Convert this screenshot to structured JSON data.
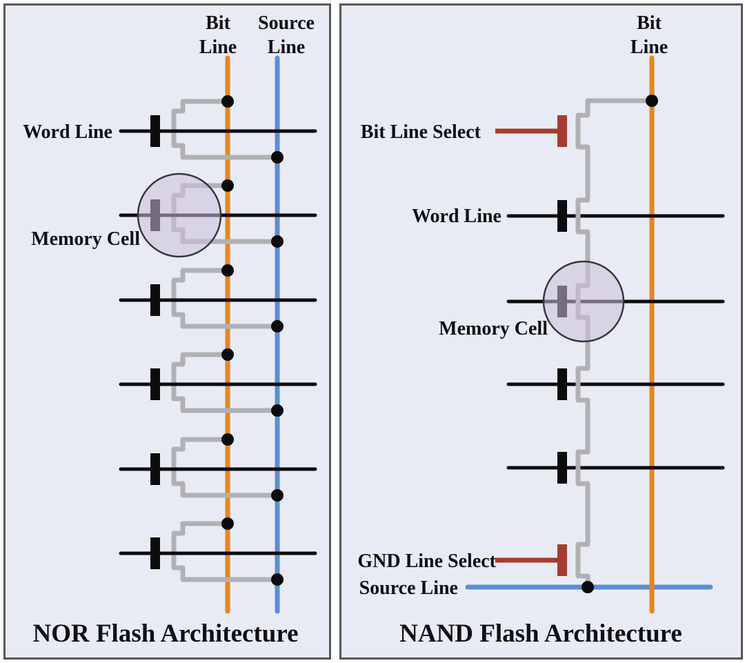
{
  "nor": {
    "title": "NOR Flash Architecture",
    "bit_line_label_1": "Bit",
    "bit_line_label_2": "Line",
    "source_line_label_1": "Source",
    "source_line_label_2": "Line",
    "word_line_label": "Word Line",
    "memory_cell_label": "Memory Cell"
  },
  "nand": {
    "title": "NAND Flash Architecture",
    "bit_line_label_1": "Bit",
    "bit_line_label_2": "Line",
    "bit_line_select_label": "Bit Line Select",
    "word_line_label": "Word Line",
    "memory_cell_label": "Memory Cell",
    "gnd_line_select_label": "GND Line Select",
    "source_line_label": "Source Line"
  },
  "colors": {
    "bit_line": "#e8861e",
    "source_line": "#5b8fd4",
    "wire": "#b1b1b4",
    "word_line": "#0c0c0c",
    "select_gate": "#a63b30",
    "memory_cell_fill": "#cabfd9",
    "panel_background": "#e9ebf4",
    "panel_border": "#55555f",
    "text": "#101014"
  }
}
